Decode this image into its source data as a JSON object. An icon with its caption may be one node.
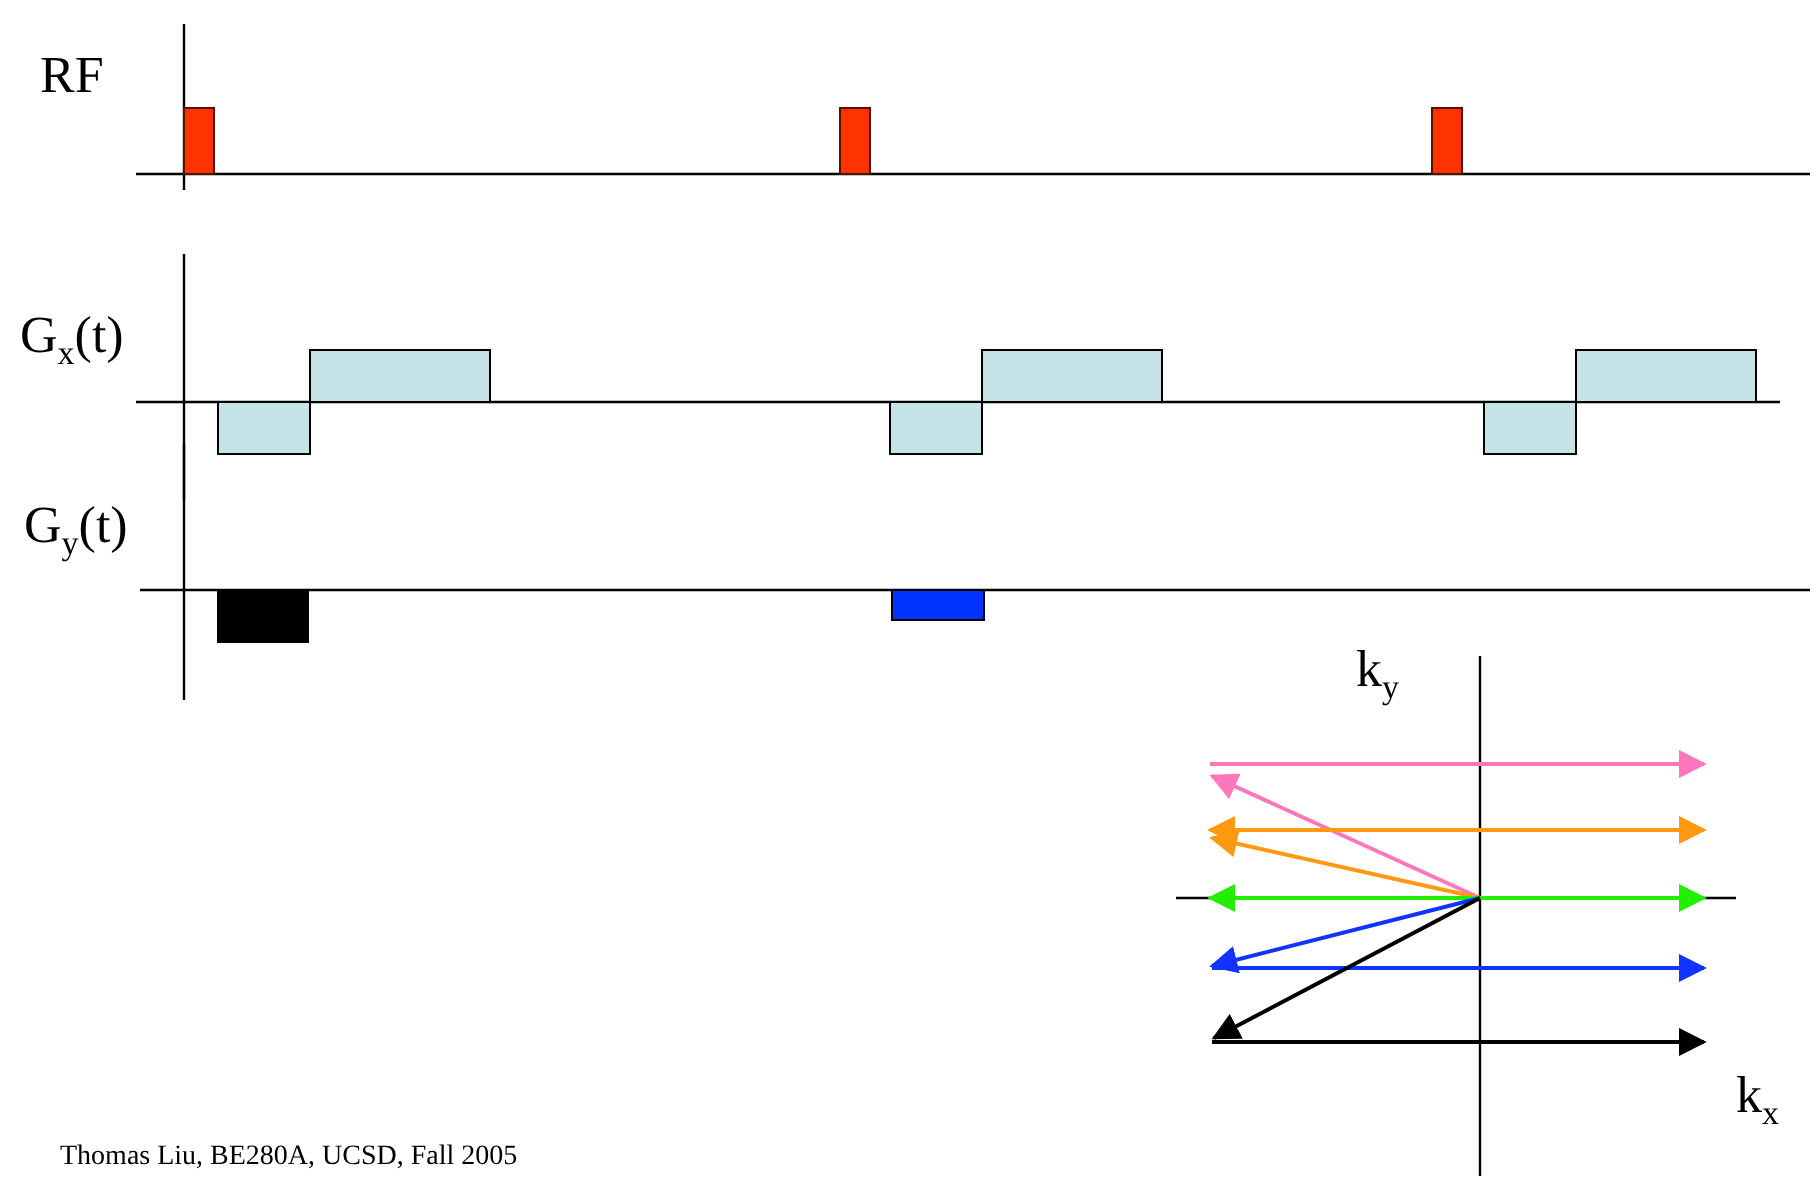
{
  "diagram": {
    "labels": [
      "RF",
      "G$_{x}$(t)",
      "G$_{y}$(t)",
      "k$_{y}$",
      "k$_{x}$"
    ],
    "caption": "Thomas Liu, BE280A, UCSD, Fall 2005"
  }
}
